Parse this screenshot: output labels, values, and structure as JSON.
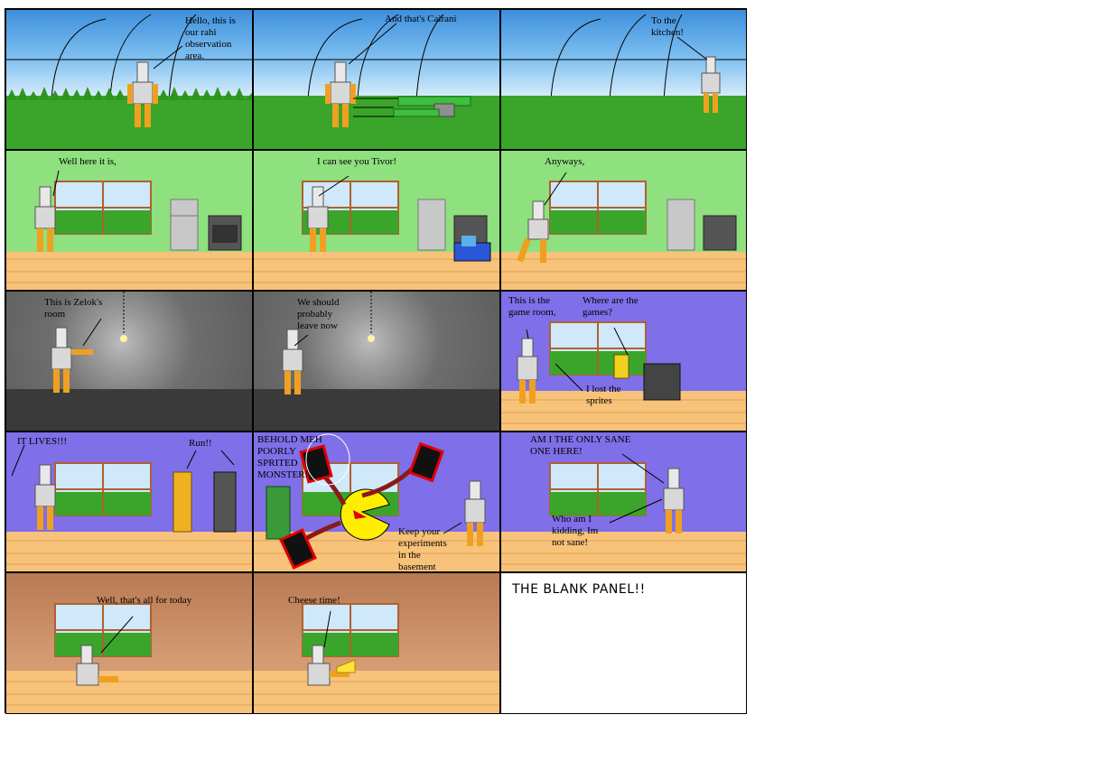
{
  "comic": {
    "panels": [
      {
        "id": "p1",
        "captions": [
          "Hello, this is\nour rahi\nobservation\narea."
        ]
      },
      {
        "id": "p2",
        "captions": [
          "And that's Cairani"
        ]
      },
      {
        "id": "p3",
        "captions": [
          "To the\nkitchen!"
        ]
      },
      {
        "id": "p4",
        "captions": [
          "Well here it is,"
        ]
      },
      {
        "id": "p5",
        "captions": [
          "I can see you Tivor!"
        ]
      },
      {
        "id": "p6",
        "captions": [
          "Anyways,"
        ]
      },
      {
        "id": "p7",
        "captions": [
          "This is Zelok's\nroom"
        ]
      },
      {
        "id": "p8",
        "captions": [
          "We should\nprobably\nleave now"
        ]
      },
      {
        "id": "p9",
        "captions": [
          "This is the\ngame room,",
          "Where are the\ngames?",
          "I lost the\nsprites"
        ]
      },
      {
        "id": "p10",
        "captions": [
          "IT LIVES!!!",
          "Run!!"
        ]
      },
      {
        "id": "p11",
        "captions": [
          "BEHOLD MEH\nPOORLY\nSPRITED\nMONSTER!",
          "Keep your\nexperiments\nin the\nbasement"
        ]
      },
      {
        "id": "p12",
        "captions": [
          "AM I THE ONLY SANE\nONE HERE!",
          "Who am I\nkidding, Im\nnot sane!"
        ]
      },
      {
        "id": "p13",
        "captions": [
          "Well, that's all for today"
        ]
      },
      {
        "id": "p14",
        "captions": [
          "Cheese time!"
        ]
      },
      {
        "id": "p15",
        "captions": [
          "THE BLANK PANEL!!"
        ]
      }
    ]
  },
  "colors": {
    "robot_orange": "#f0a020",
    "robot_silver": "#d8d8d8",
    "grass_green": "#3aa52a",
    "floor_orange": "#f7c27a",
    "purple_wall": "#7f6fe8",
    "green_wall": "#8fe07f"
  }
}
